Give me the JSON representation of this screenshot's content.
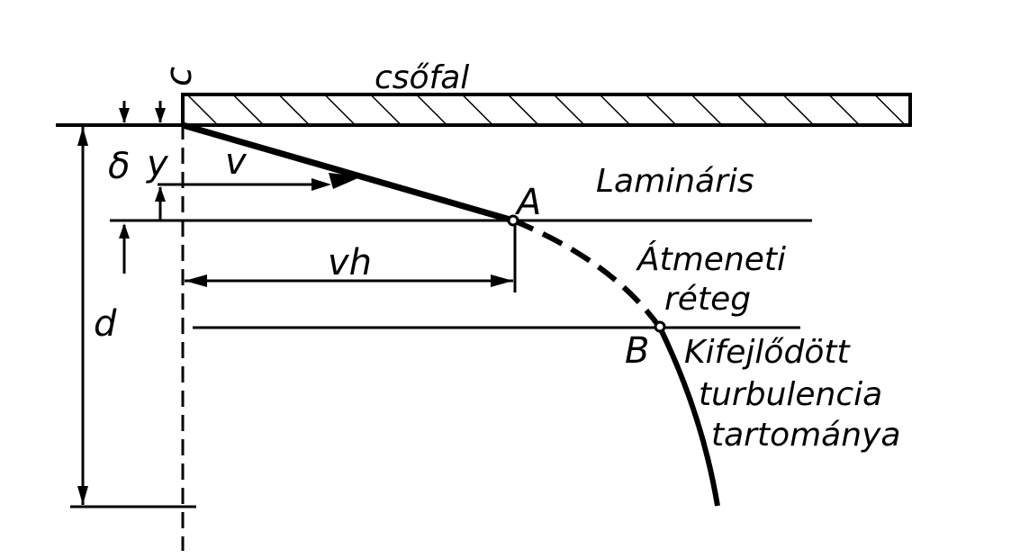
{
  "labels": {
    "wall": "csőfal",
    "c": "c",
    "delta": "δ",
    "y": "y",
    "v": "v",
    "vh": "vh",
    "d": "d",
    "point_a": "A",
    "point_b": "B",
    "laminar": "Lamináris",
    "transition_1": "Átmeneti",
    "transition_2": "réteg",
    "turbulent_1": "Kifejlődött",
    "turbulent_2": "turbulencia",
    "turbulent_3": "tartománya"
  },
  "colors": {
    "ink": "#000000",
    "paper": "#ffffff"
  }
}
